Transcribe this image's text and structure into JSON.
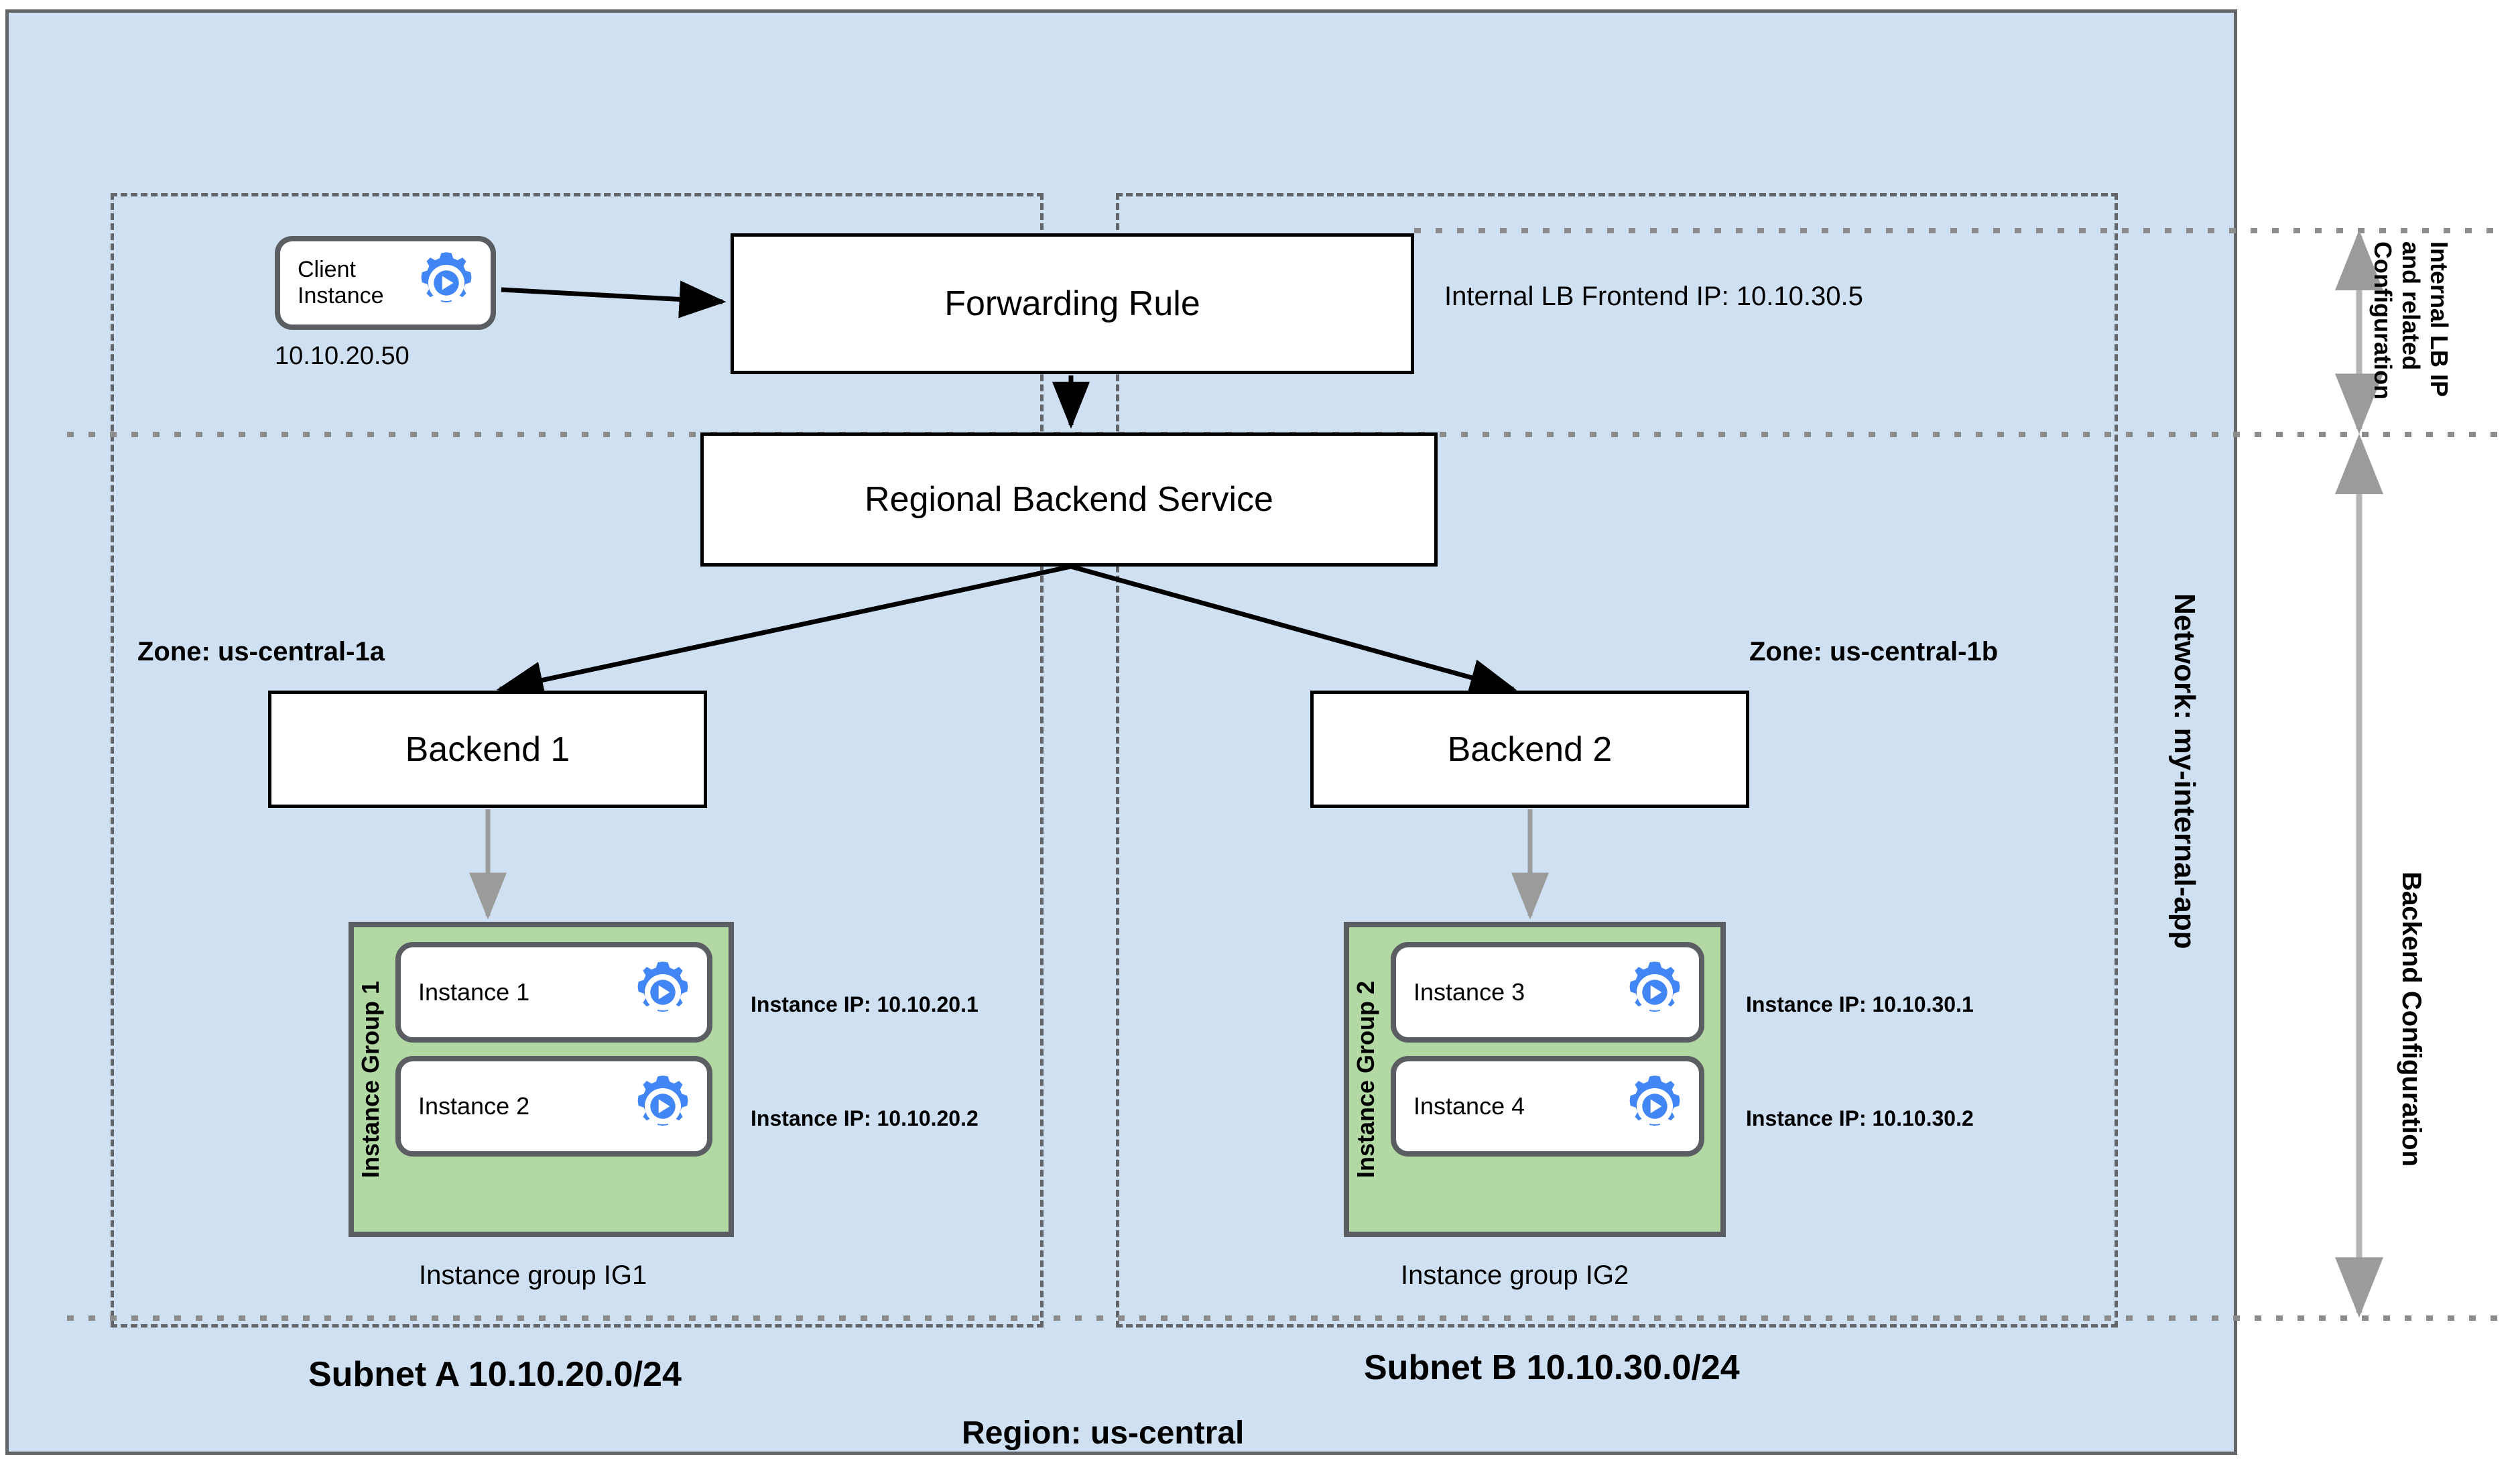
{
  "network": {
    "label": "Network: my-internal-app",
    "bg_color": "#cfe0f3",
    "border_color": "#62666b"
  },
  "region": {
    "label": "Region: us-central"
  },
  "subnets": [
    {
      "id": "a",
      "label": "Subnet A 10.10.20.0/24",
      "zone_label": "Zone: us-central-1a"
    },
    {
      "id": "b",
      "label": "Subnet B 10.10.30.0/24",
      "zone_label": "Zone: us-central-1b"
    }
  ],
  "client": {
    "label": "Client\nInstance",
    "ip": "10.10.20.50",
    "icon": "compute-instance-gear-icon"
  },
  "forwarding_rule": {
    "label": "Forwarding Rule"
  },
  "backend_service": {
    "label": "Regional Backend Service"
  },
  "backends": [
    {
      "label": "Backend 1"
    },
    {
      "label": "Backend 2"
    }
  ],
  "lb_frontend": {
    "label": "Internal LB Frontend IP: 10.10.30.5"
  },
  "instance_groups": [
    {
      "title": "Instance Group 1",
      "caption": "Instance group IG1",
      "fill": "#b2d8a4",
      "instances": [
        {
          "name": "Instance 1",
          "ip_label": "Instance IP: 10.10.20.1"
        },
        {
          "name": "Instance 2",
          "ip_label": "Instance IP: 10.10.20.2"
        }
      ]
    },
    {
      "title": "Instance Group 2",
      "caption": "Instance group IG2",
      "fill": "#b2d8a4",
      "instances": [
        {
          "name": "Instance 3",
          "ip_label": "Instance IP: 10.10.30.1"
        },
        {
          "name": "Instance 4",
          "ip_label": "Instance IP: 10.10.30.2"
        }
      ]
    }
  ],
  "annotations": {
    "lb_config": "Internal LB IP\nand related\nConfiguration",
    "backend_config": "Backend  Configuration"
  },
  "colors": {
    "gear_blue": "#4285f4",
    "node_border": "#5a5e63",
    "arrow_black": "#000000",
    "arrow_gray": "#9b9b9b",
    "dotted_gray": "#808080"
  }
}
